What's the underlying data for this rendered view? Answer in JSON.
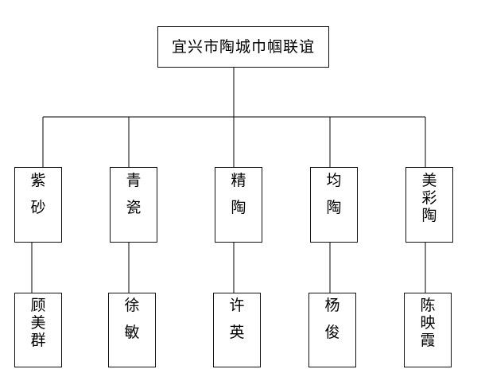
{
  "org": {
    "title": "宜兴市陶城巾帼联谊",
    "categories": [
      {
        "label": "紫砂",
        "person": "顾美群"
      },
      {
        "label": "青瓷",
        "person": "徐敏"
      },
      {
        "label": "精陶",
        "person": "许英"
      },
      {
        "label": "均陶",
        "person": "杨俊"
      },
      {
        "label": "美彩陶",
        "person": "陈映霞"
      }
    ]
  },
  "colors": {
    "line": "#000000",
    "border": "#111111",
    "background": "#ffffff"
  }
}
